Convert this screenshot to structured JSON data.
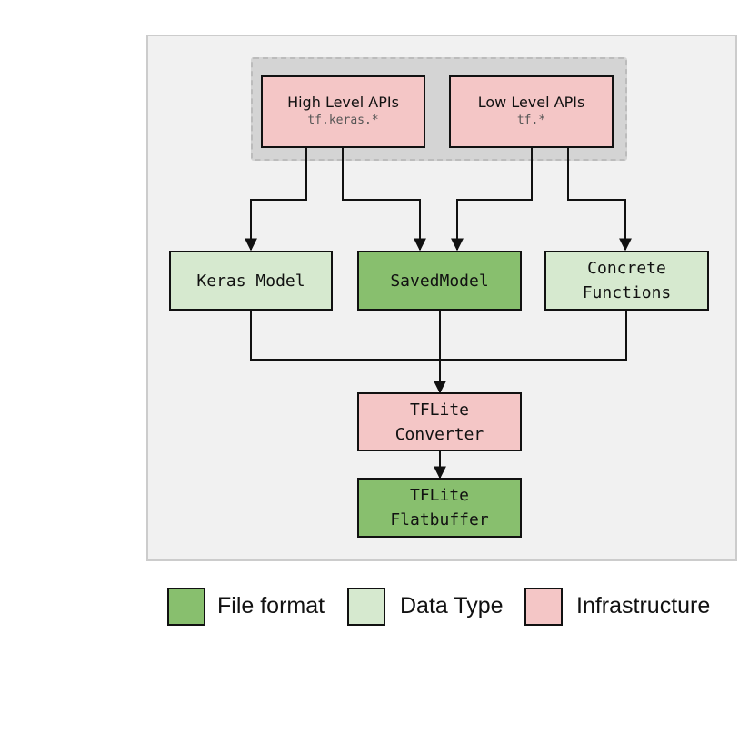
{
  "nodes": {
    "high_level_apis": {
      "title": "High Level APIs",
      "code": "tf.keras.*"
    },
    "low_level_apis": {
      "title": "Low Level APIs",
      "code": "tf.*"
    },
    "keras_model": {
      "label": "Keras Model"
    },
    "saved_model": {
      "label": "SavedModel"
    },
    "concrete_functions": {
      "line1": "Concrete",
      "line2": "Functions"
    },
    "tflite_converter": {
      "line1": "TFLite",
      "line2": "Converter"
    },
    "tflite_flatbuffer": {
      "line1": "TFLite",
      "line2": "Flatbuffer"
    }
  },
  "legend": [
    {
      "label": "File format",
      "color": "#88bf6e"
    },
    {
      "label": "Data Type",
      "color": "#d6e9cf"
    },
    {
      "label": "Infrastructure",
      "color": "#f4c6c6"
    }
  ],
  "colors": {
    "infrastructure": "#f4c6c6",
    "data_type": "#d6e9cf",
    "file_format": "#88bf6e",
    "panel": "#f1f1f1",
    "api_group": "#d4d4d4"
  }
}
